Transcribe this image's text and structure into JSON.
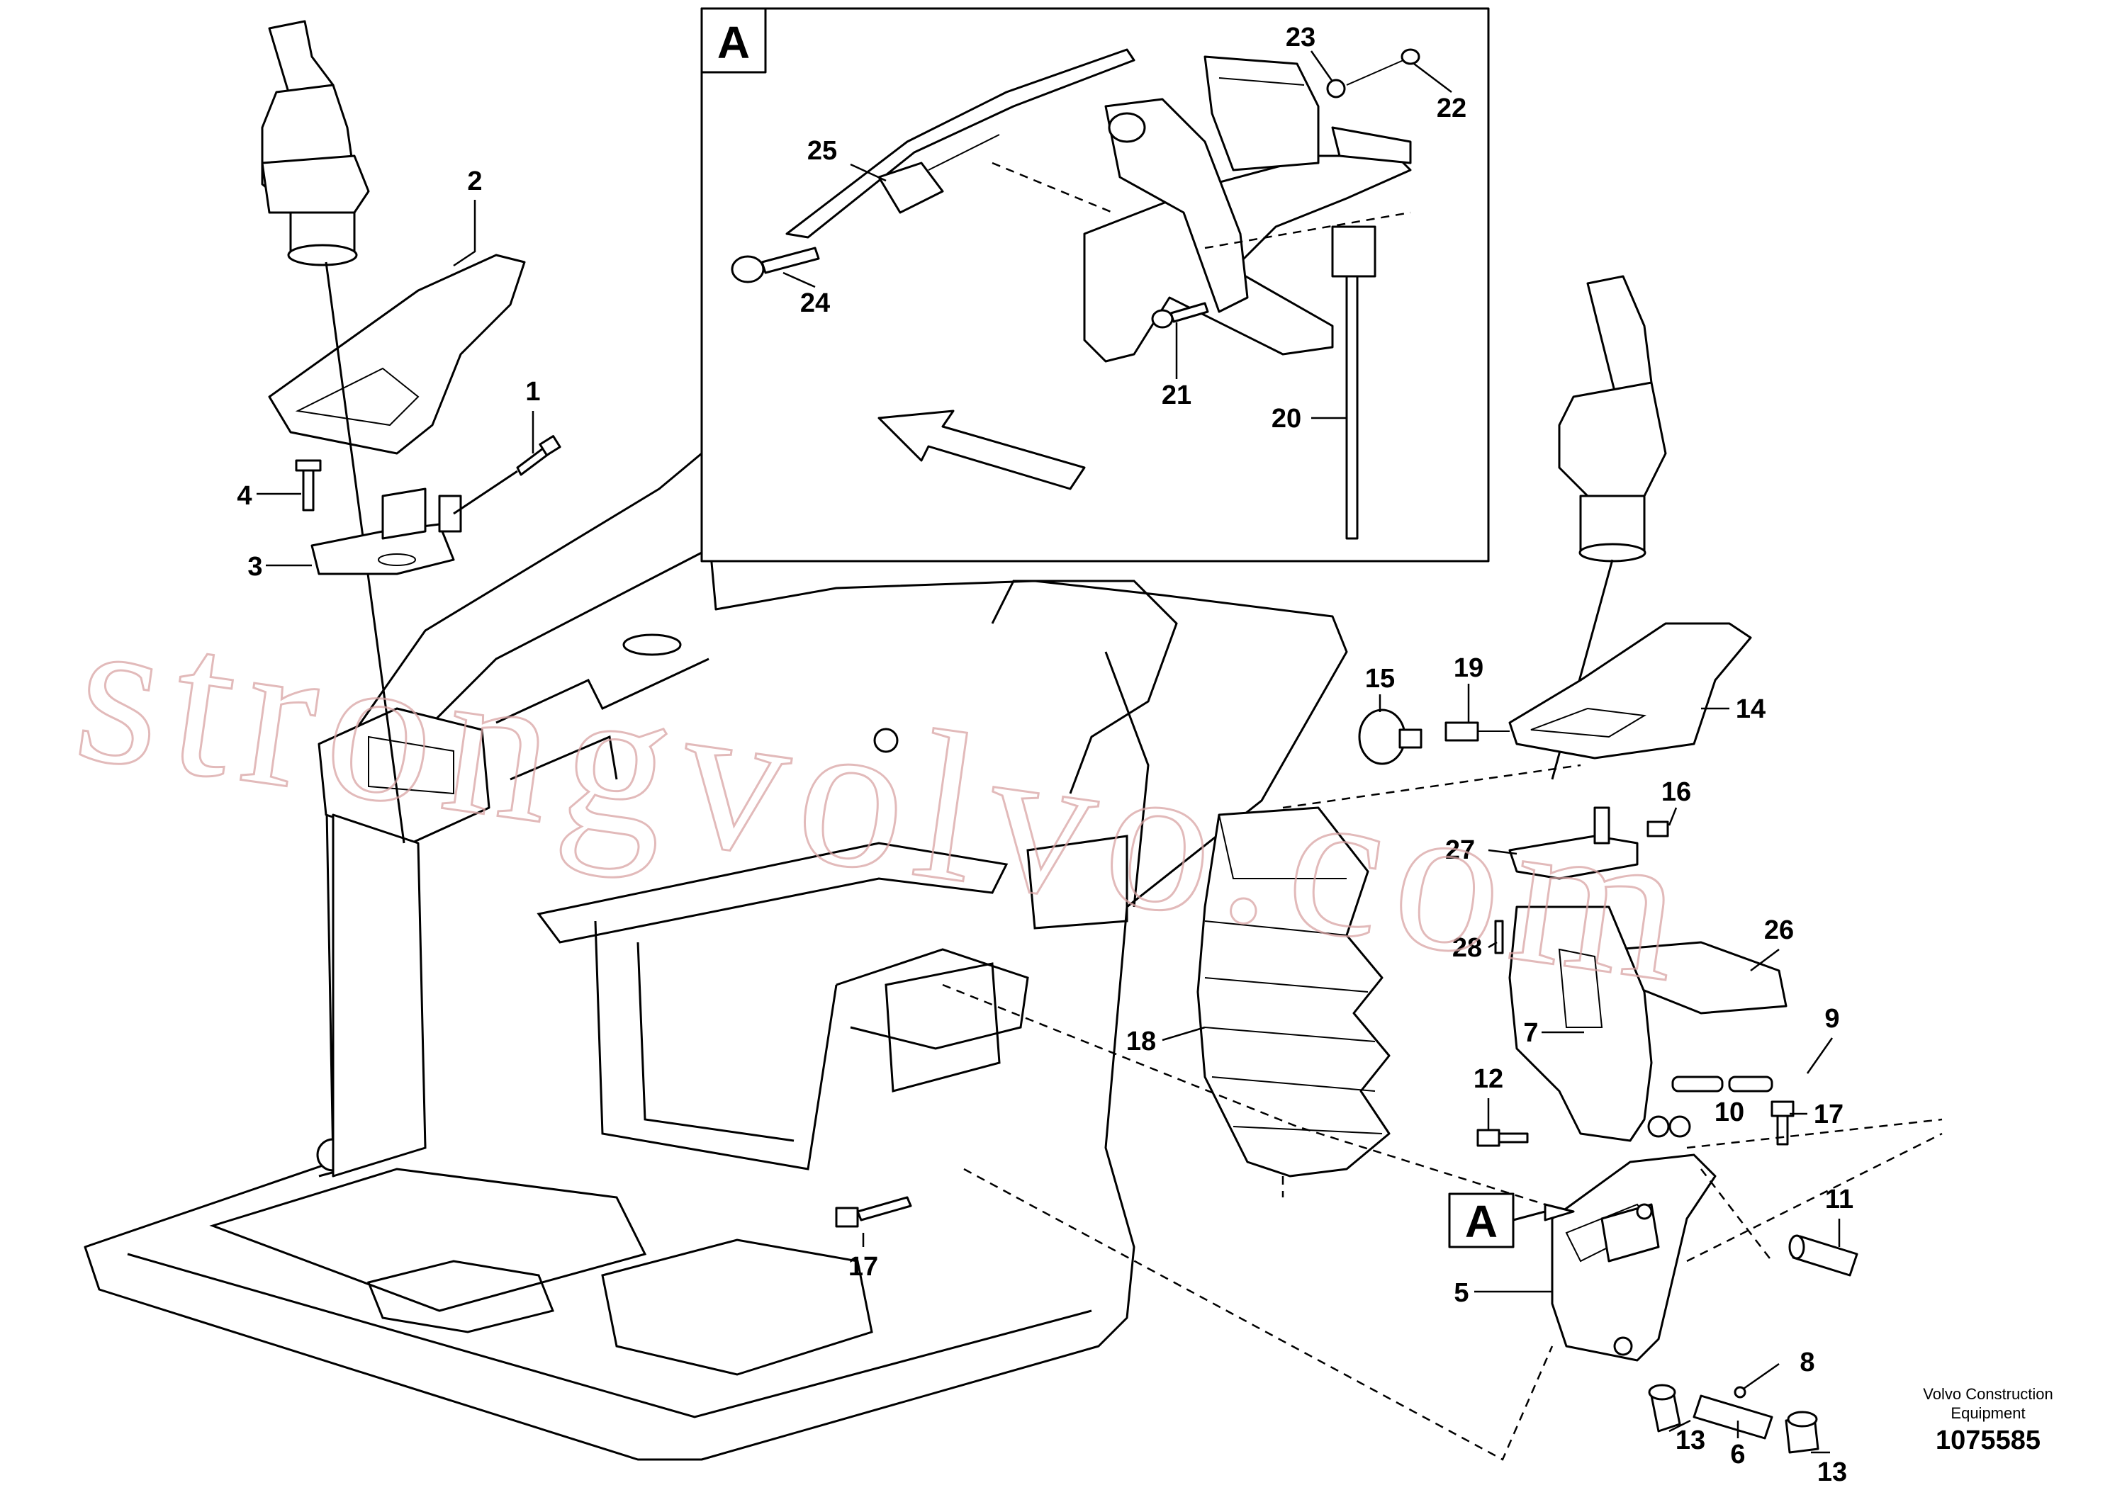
{
  "callouts": {
    "c1": "1",
    "c2": "2",
    "c3": "3",
    "c4": "4",
    "c5": "5",
    "c6": "6",
    "c7": "7",
    "c8": "8",
    "c9": "9",
    "c10": "10",
    "c11": "11",
    "c12": "12",
    "c13a": "13",
    "c13b": "13",
    "c14": "14",
    "c15": "15",
    "c16": "16",
    "c17a": "17",
    "c17b": "17",
    "c18": "18",
    "c19": "19",
    "c20": "20",
    "c21": "21",
    "c22": "22",
    "c23": "23",
    "c24": "24",
    "c25": "25",
    "c26": "26",
    "c27": "27",
    "c28": "28"
  },
  "inset": {
    "letter": "A"
  },
  "reference": {
    "letter": "A"
  },
  "watermark": "strongvolvo.com",
  "credit": {
    "line1": "Volvo Construction",
    "line2": "Equipment"
  },
  "document_number": "1075585"
}
